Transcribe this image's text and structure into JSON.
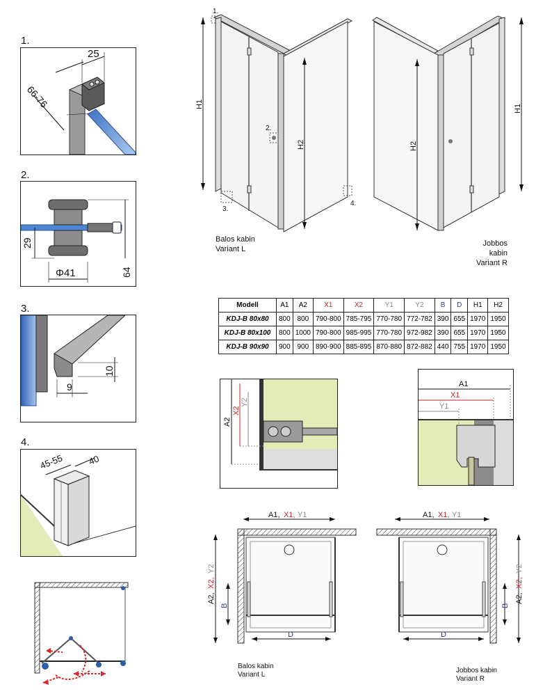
{
  "colors": {
    "red": "#c8232c",
    "grey": "#8a8a8a",
    "blue": "#2b3f8f",
    "wall_green": "#e3ecb8",
    "glass_blue": "#5b8fd6",
    "profile_grey": "#8c8c8c"
  },
  "details": {
    "d1": {
      "num": "1.",
      "dim_width": "25",
      "dim_range": "66-76"
    },
    "d2": {
      "num": "2.",
      "dim_height": "29",
      "dim_diameter": "Φ41",
      "dim_total": "64"
    },
    "d3": {
      "num": "3.",
      "dim_height": "10",
      "dim_width": "9"
    },
    "d4": {
      "num": "4.",
      "dim_depth": "45-55",
      "dim_width": "40"
    }
  },
  "elevation": {
    "callout_1": "1.",
    "callout_2": "2.",
    "callout_3": "3.",
    "callout_4": "4.",
    "left": {
      "h1": "H1",
      "h2": "H2",
      "caption_line1": "Balos kabin",
      "caption_line2": "Variant L"
    },
    "right": {
      "h1": "H1",
      "h2": "H2",
      "caption_line1": "Jobbos kabin",
      "caption_line2": "Variant R"
    }
  },
  "table": {
    "headers": [
      "Modell",
      "A1",
      "A2",
      "X1",
      "X2",
      "Y1",
      "Y2",
      "B",
      "D",
      "H1",
      "H2"
    ],
    "rows": [
      [
        "KDJ-B 80x80",
        "800",
        "800",
        "790-800",
        "785-795",
        "770-780",
        "772-782",
        "390",
        "655",
        "1970",
        "1950"
      ],
      [
        "KDJ-B 80x100",
        "800",
        "1000",
        "790-800",
        "985-995",
        "770-780",
        "972-982",
        "390",
        "655",
        "1970",
        "1950"
      ],
      [
        "KDJ-B 90x90",
        "900",
        "900",
        "890-900",
        "885-895",
        "870-880",
        "872-882",
        "440",
        "755",
        "1970",
        "1950"
      ]
    ]
  },
  "install_left": {
    "a2": "A2",
    "x2": "X2",
    "y2": "Y2"
  },
  "install_right": {
    "a1": "A1",
    "x1": "X1",
    "y1": "Y1"
  },
  "plan_left": {
    "top_a1": "A1,",
    "top_x1": "X1,",
    "top_y1": "Y1",
    "side_a2": "A2,",
    "side_x2": "X2,",
    "side_y2": "Y2",
    "b": "B",
    "d": "D",
    "caption_line1": "Balos kabin",
    "caption_line2": "Variant L"
  },
  "plan_right": {
    "top_a1": "A1,",
    "top_x1": "X1,",
    "top_y1": "Y1",
    "side_a2": "A2,",
    "side_x2": "X2,",
    "side_y2": "Y2",
    "b": "B",
    "d": "D",
    "caption_line1": "Jobbos kabin",
    "caption_line2": "Variant R"
  }
}
